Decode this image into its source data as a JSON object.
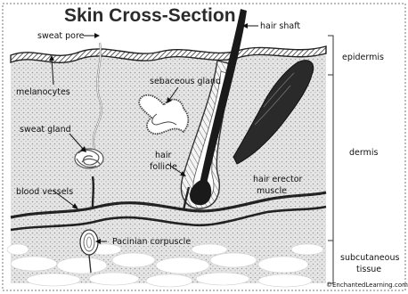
{
  "title": "Skin Cross-Section",
  "labels": {
    "sweat_pore": "sweat pore",
    "hair_shaft": "hair shaft",
    "epidermis": "epidermis",
    "melanocytes": "melanocytes",
    "sebaceous_gland": "sebaceous gland",
    "sweat_gland": "sweat gland",
    "dermis": "dermis",
    "hair": "hair",
    "follicle": "follicle",
    "hair_erector_1": "hair erector",
    "hair_erector_2": "muscle",
    "blood_vessels": "blood vessels",
    "pacinian": "Pacinian corpuscle",
    "subcutaneous_1": "subcutaneous",
    "subcutaneous_2": "tissue",
    "credit": "©EnchantedLearning.com"
  }
}
